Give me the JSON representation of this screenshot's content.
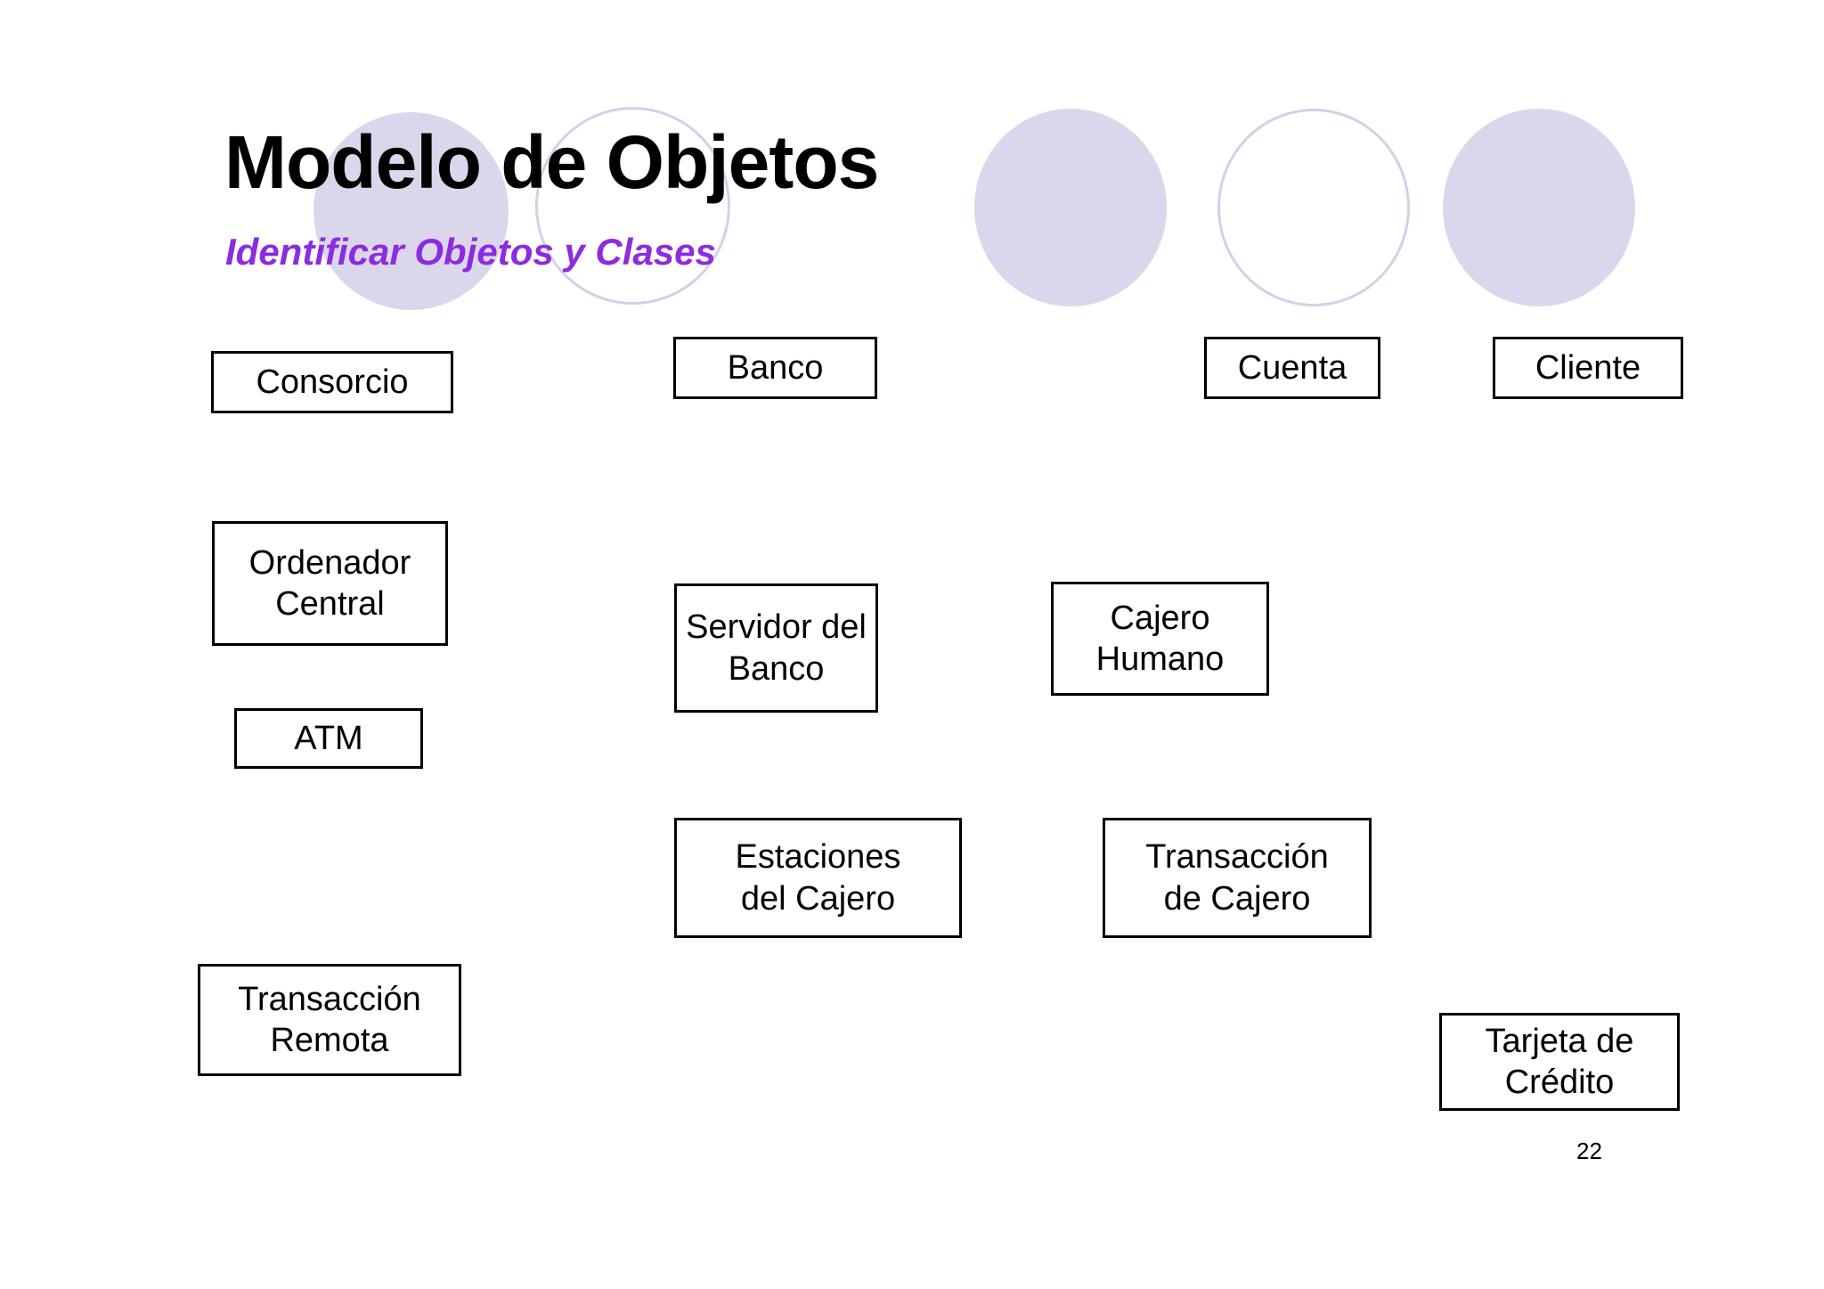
{
  "slide": {
    "title": "Modelo de Objetos",
    "subtitle": "Identificar Objetos y Clases",
    "page_number": "22",
    "accent_color": "#8c2be0",
    "decor_fill_color": "#dad7ec",
    "decor_outline_color": "#d4d0e6",
    "box_border_color": "#000000",
    "background_color": "#ffffff"
  },
  "decor_circles": [
    {
      "name": "header-circle-1",
      "style": "filled"
    },
    {
      "name": "header-circle-2",
      "style": "outline"
    },
    {
      "name": "header-circle-3",
      "style": "filled"
    },
    {
      "name": "header-circle-4",
      "style": "outline"
    },
    {
      "name": "header-circle-5",
      "style": "filled"
    }
  ],
  "diagram": {
    "type": "object-model-class-boxes",
    "boxes": [
      {
        "id": "consorcio",
        "label": "Consorcio"
      },
      {
        "id": "banco",
        "label": "Banco"
      },
      {
        "id": "cuenta",
        "label": "Cuenta"
      },
      {
        "id": "cliente",
        "label": "Cliente"
      },
      {
        "id": "ordenador-central",
        "label": "Ordenador\nCentral"
      },
      {
        "id": "servidor-del-banco",
        "label": "Servidor del\nBanco"
      },
      {
        "id": "cajero-humano",
        "label": "Cajero\nHumano"
      },
      {
        "id": "atm",
        "label": "ATM"
      },
      {
        "id": "estaciones-del-cajero",
        "label": "Estaciones\ndel Cajero"
      },
      {
        "id": "transaccion-de-cajero",
        "label": "Transacción\nde Cajero"
      },
      {
        "id": "transaccion-remota",
        "label": "Transacción\nRemota"
      },
      {
        "id": "tarjeta-de-credito",
        "label": "Tarjeta de\nCrédito"
      }
    ]
  }
}
